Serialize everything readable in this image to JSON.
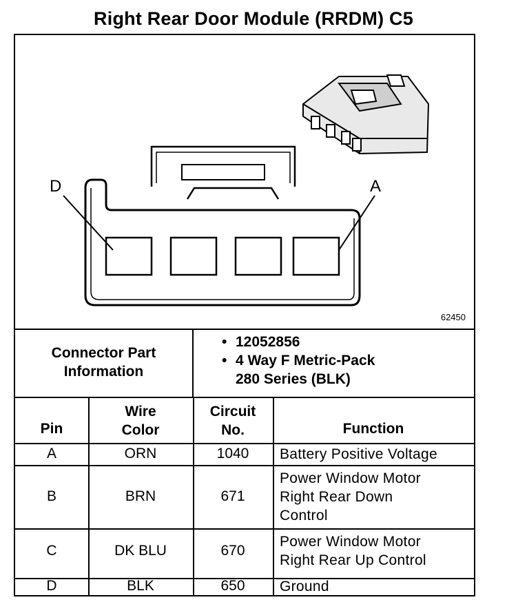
{
  "title": "Right Rear Door Module (RRDM) C5",
  "diagram": {
    "pin_left_label": "D",
    "pin_right_label": "A",
    "figure_number": "62450"
  },
  "connector_info": {
    "label_line1": "Connector Part",
    "label_line2": "Information",
    "part_number": "12052856",
    "description_line1": "4 Way F Metric-Pack",
    "description_line2": "280 Series (BLK)"
  },
  "table": {
    "headers": {
      "pin": "Pin",
      "wire_color_line1": "Wire",
      "wire_color_line2": "Color",
      "circuit_line1": "Circuit",
      "circuit_line2": "No.",
      "function": "Function"
    },
    "rows": [
      {
        "pin": "A",
        "wire_color": "ORN",
        "circuit": "1040",
        "function": [
          "Battery Positive Voltage"
        ]
      },
      {
        "pin": "B",
        "wire_color": "BRN",
        "circuit": "671",
        "function": [
          "Power Window Motor",
          "Right Rear Down",
          "Control"
        ]
      },
      {
        "pin": "C",
        "wire_color": "DK BLU",
        "circuit": "670",
        "function": [
          "Power Window Motor",
          "Right Rear Up Control"
        ]
      },
      {
        "pin": "D",
        "wire_color": "BLK",
        "circuit": "650",
        "function": [
          "Ground"
        ]
      }
    ]
  }
}
